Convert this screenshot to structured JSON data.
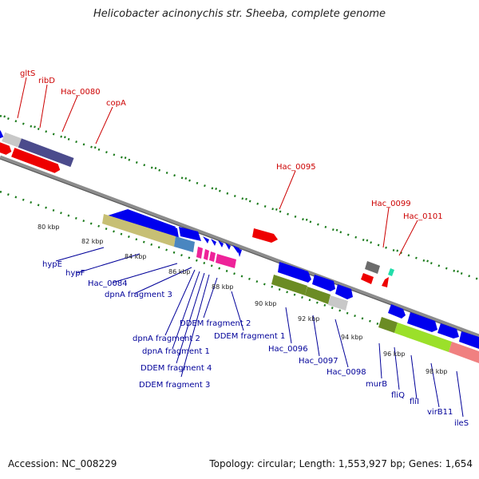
{
  "title": "Helicobacter acinonychis str. Sheeba, complete genome",
  "footer": {
    "accession": "Accession: NC_008229",
    "topology": "Topology: circular; Length: 1,553,927 bp; Genes: 1,654"
  },
  "colors": {
    "backbone": "#8c8c8c",
    "tick": "#1a7a1a",
    "forward_label": "#cc0000",
    "reverse_label": "#000099",
    "blue": "#0000ee",
    "red": "#ee0000",
    "steelblue": "#4a86c0",
    "slateblue": "#4b4b8c",
    "silver": "#c8c8c8",
    "khaki": "#c7bf74",
    "olive": "#6b8c24",
    "lime": "#9be02a",
    "pink": "#f08080",
    "magenta": "#ee2299",
    "gray": "#6c6c6c",
    "aqua": "#22ddaa"
  },
  "scale_labels": [
    "80 kbp",
    "82 kbp",
    "84 kbp",
    "86 kbp",
    "88 kbp",
    "90 kbp",
    "92 kbp",
    "94 kbp",
    "96 kbp",
    "98 kbp"
  ],
  "forward_labels": [
    "gltS",
    "ribD",
    "Hac_0080",
    "copA",
    "Hac_0095",
    "Hac_0099",
    "Hac_0101"
  ],
  "reverse_labels": [
    "hypE",
    "hypF",
    "Hac_0084",
    "dpnA fragment 3",
    "dpnA fragment 2",
    "dpnA fragment 1",
    "DDEM fragment 4",
    "DDEM fragment 3",
    "DDEM fragment 2",
    "DDEM fragment 1",
    "Hac_0096",
    "Hac_0097",
    "Hac_0098",
    "murB",
    "fliQ",
    "fliI",
    "virB11",
    "ileS"
  ]
}
